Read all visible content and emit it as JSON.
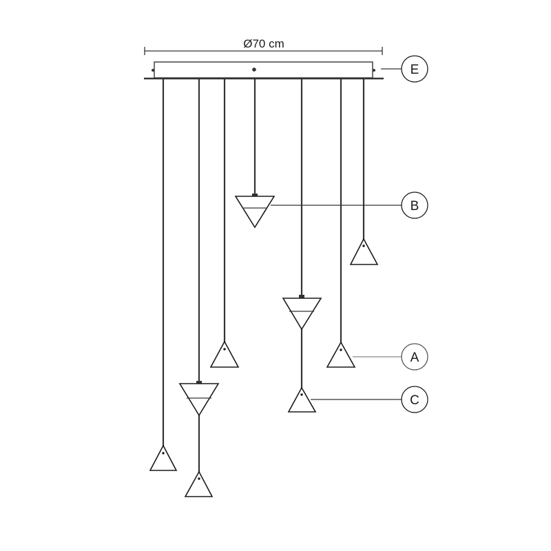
{
  "dimension": {
    "label": "Ø70 cm"
  },
  "callouts": [
    {
      "id": "E",
      "label": "E"
    },
    {
      "id": "B",
      "label": "B"
    },
    {
      "id": "A",
      "label": "A"
    },
    {
      "id": "C",
      "label": "C"
    }
  ]
}
